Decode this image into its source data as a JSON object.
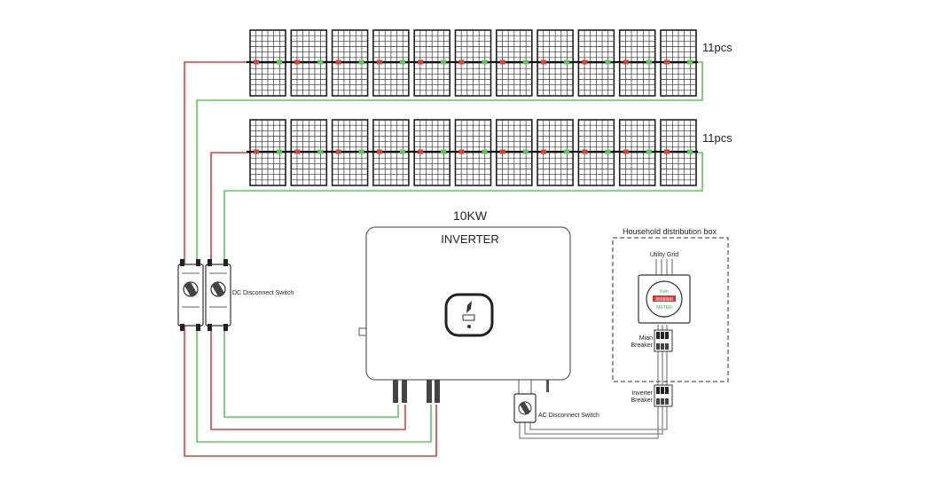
{
  "strings": [
    {
      "count_label": "11pcs"
    },
    {
      "count_label": "11pcs"
    }
  ],
  "inverter": {
    "rating": "10KW",
    "label": "INVERTER"
  },
  "dc_switch": {
    "label": "DC Disconnect Switch"
  },
  "ac_switch": {
    "label": "AC Disconnect Switch"
  },
  "distribution_box": {
    "title": "Household distribution box",
    "utility_grid": "Utility Grid",
    "meter": {
      "brand": "Kwh",
      "display": "8888888",
      "caption": "METER"
    },
    "main_breaker": {
      "line1": "Mian",
      "line2": "Breaker"
    },
    "inverter_breaker": {
      "line1": "Inverter",
      "line2": "Breaker"
    }
  },
  "colors": {
    "positive_wire": "#d9403a",
    "negative_wire": "#5cc85c",
    "panel_frame": "#1e1e1e",
    "outline": "#6a6a6a"
  }
}
